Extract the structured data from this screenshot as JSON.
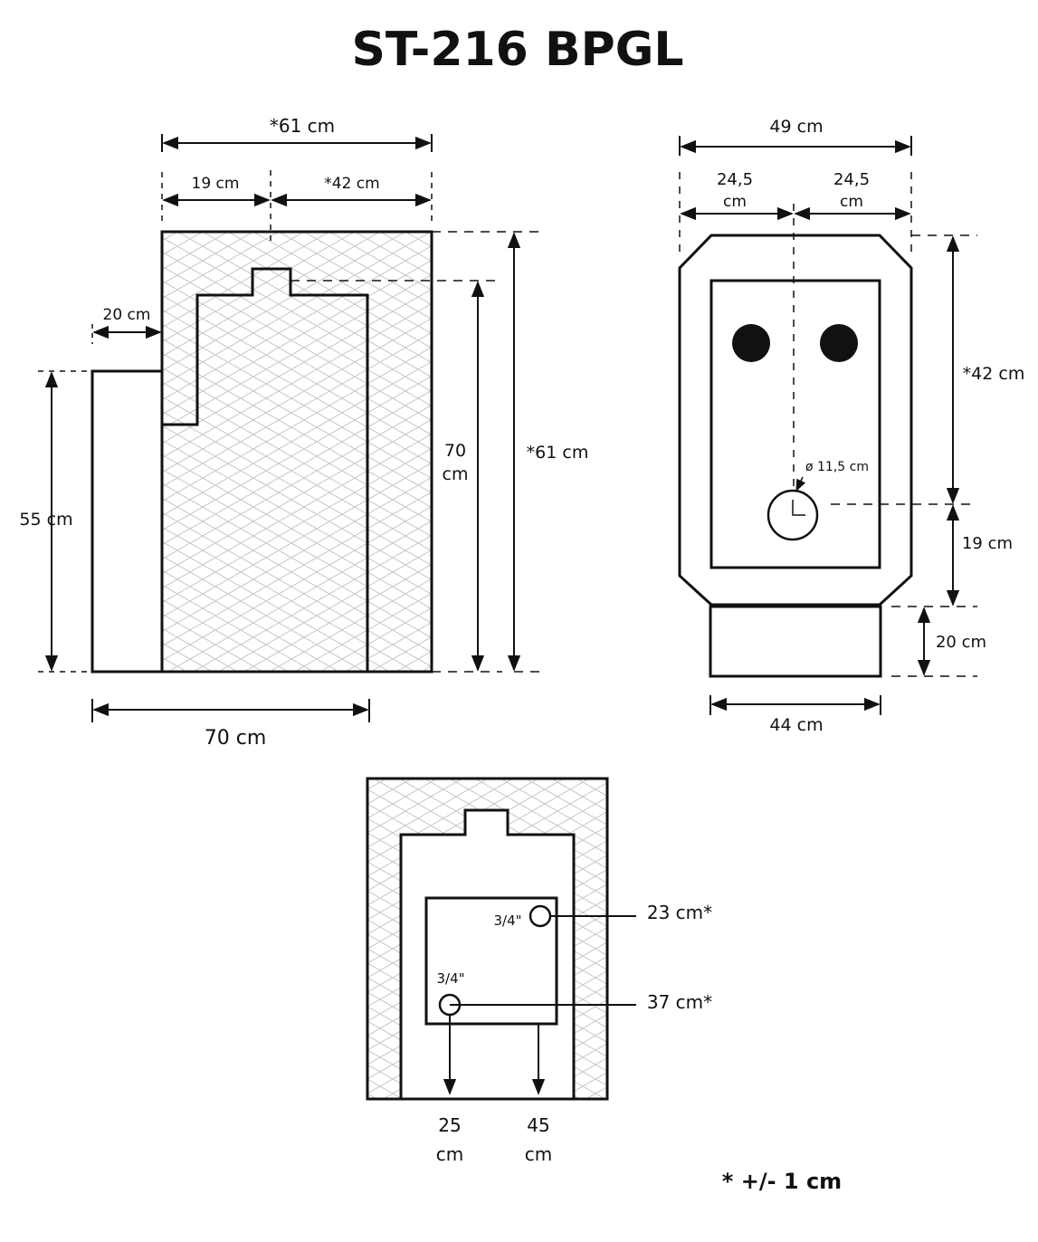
{
  "title": "ST-216 BPGL",
  "tolerance_note": "* +/- 1 cm",
  "side_view": {
    "total_width": "*61 cm",
    "left_part": "19 cm",
    "right_part": "*42 cm",
    "ledge_width": "20 cm",
    "ledge_height": "55 cm",
    "inner_height_value": "70",
    "inner_height_unit": "cm",
    "total_height": "*61 cm",
    "base_length": "70 cm"
  },
  "front_view": {
    "total_width": "49 cm",
    "half_left_value": "24,5",
    "half_left_unit": "cm",
    "half_right_value": "24,5",
    "half_right_unit": "cm",
    "upper_height": "*42 cm",
    "lower_height": "19 cm",
    "base_height": "20 cm",
    "base_width": "44 cm",
    "flue_diameter": "ø 11,5 cm"
  },
  "rear_view": {
    "pipe_upper_size": "3/4\"",
    "pipe_lower_size": "3/4\"",
    "pipe_upper_height": "23 cm*",
    "pipe_lower_height": "37 cm*",
    "pipe_left_value": "25",
    "pipe_left_unit": "cm",
    "pipe_right_value": "45",
    "pipe_right_unit": "cm"
  }
}
